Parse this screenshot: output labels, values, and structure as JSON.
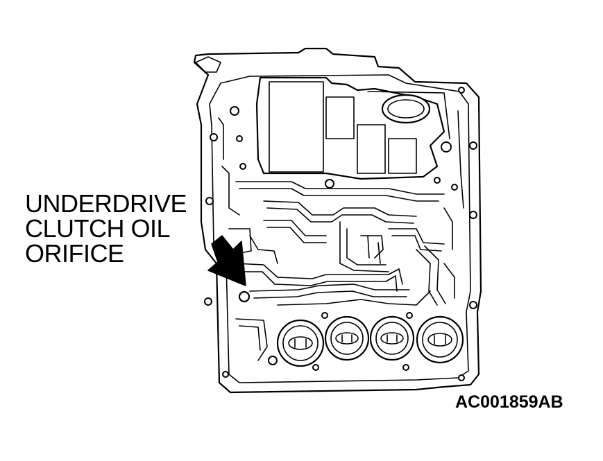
{
  "callout": {
    "lines": [
      "UNDERDRIVE",
      "CLUTCH OIL",
      "ORIFICE"
    ]
  },
  "figure_code": "AC001859AB",
  "icons": {
    "arrow": "arrow-down-right-icon",
    "part": "valve-body-illustration"
  },
  "colors": {
    "ink": "#000000",
    "paper": "#ffffff"
  }
}
